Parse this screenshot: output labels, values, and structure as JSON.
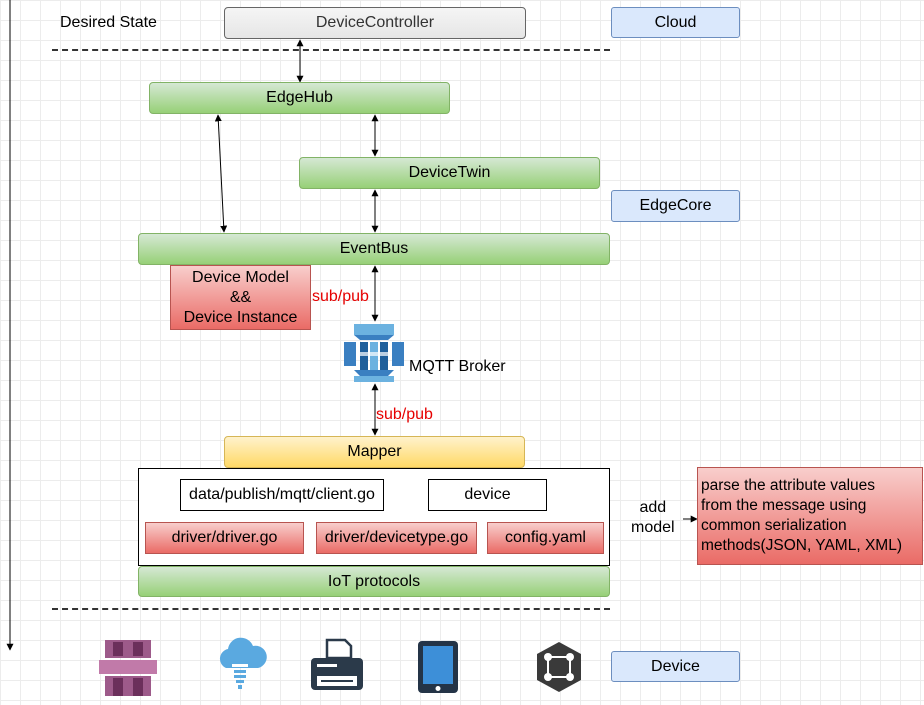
{
  "labels": {
    "desired_state": "Desired State",
    "sub_pub_top": "sub/pub",
    "sub_pub_bottom": "sub/pub",
    "mqtt_broker": "MQTT Broker",
    "add_model": "add\nmodel"
  },
  "nodes": {
    "device_controller": "DeviceController",
    "cloud": "Cloud",
    "edgehub": "EdgeHub",
    "devicetwin": "DeviceTwin",
    "edgecore": "EdgeCore",
    "eventbus": "EventBus",
    "device_model": "Device Model\n&&\nDevice Instance",
    "mapper": "Mapper",
    "client_go": "data/publish/mqtt/client.go",
    "device": "device",
    "driver_go": "driver/driver.go",
    "devicetype_go": "driver/devicetype.go",
    "config_yaml": "config.yaml",
    "iot_protocols": "IoT protocols",
    "parse_note": "parse the attribute values\nfrom the message using\ncommon serialization\nmethods(JSON, YAML, XML)",
    "device_layer": "Device"
  },
  "icons": [
    "aws-database-icon",
    "cloud-upload-icon",
    "printer-icon",
    "tablet-icon",
    "network-hub-icon"
  ],
  "colors": {
    "green_fill": "#97d077",
    "yellow_fill": "#ffd966",
    "blue_fill": "#dae8fc",
    "red_fill": "#ea6b66",
    "sub_pub_text": "#e60000"
  }
}
